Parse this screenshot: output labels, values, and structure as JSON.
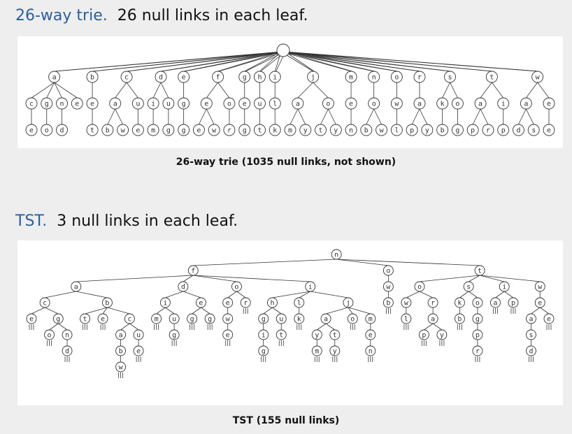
{
  "trie": {
    "heading_accent": "26-way trie.",
    "heading_rest": "26 null links in each leaf.",
    "caption": "26-way trie  (1035 null links, not shown)",
    "root": {
      "label": "",
      "children": [
        {
          "label": "a",
          "children": [
            {
              "label": "c",
              "children": [
                {
                  "label": "e"
                }
              ]
            },
            {
              "label": "g",
              "children": [
                {
                  "label": "o"
                }
              ]
            },
            {
              "label": "n",
              "children": [
                {
                  "label": "d"
                }
              ]
            },
            {
              "label": "e"
            }
          ]
        },
        {
          "label": "b",
          "children": [
            {
              "label": "e",
              "children": [
                {
                  "label": "t"
                }
              ]
            }
          ]
        },
        {
          "label": "c",
          "children": [
            {
              "label": "a",
              "children": [
                {
                  "label": "b"
                },
                {
                  "label": "w"
                }
              ]
            },
            {
              "label": "u",
              "children": [
                {
                  "label": "e"
                }
              ]
            }
          ]
        },
        {
          "label": "d",
          "children": [
            {
              "label": "i",
              "children": [
                {
                  "label": "m"
                }
              ]
            },
            {
              "label": "u",
              "children": [
                {
                  "label": "g"
                }
              ]
            }
          ]
        },
        {
          "label": "e",
          "children": [
            {
              "label": "g",
              "children": [
                {
                  "label": "g"
                }
              ]
            }
          ]
        },
        {
          "label": "f",
          "children": [
            {
              "label": "e",
              "children": [
                {
                  "label": "e"
                },
                {
                  "label": "w"
                }
              ]
            },
            {
              "label": "o",
              "children": [
                {
                  "label": "r"
                }
              ]
            }
          ]
        },
        {
          "label": "g",
          "children": [
            {
              "label": "e",
              "children": [
                {
                  "label": "g"
                }
              ]
            }
          ]
        },
        {
          "label": "h",
          "children": [
            {
              "label": "u",
              "children": [
                {
                  "label": "t"
                }
              ]
            }
          ]
        },
        {
          "label": "i",
          "children": [
            {
              "label": "l",
              "children": [
                {
                  "label": "k"
                }
              ]
            }
          ]
        },
        {
          "label": "j",
          "children": [
            {
              "label": "a",
              "children": [
                {
                  "label": "m"
                },
                {
                  "label": "y"
                }
              ]
            },
            {
              "label": "o",
              "children": [
                {
                  "label": "t"
                },
                {
                  "label": "y"
                }
              ]
            }
          ]
        },
        {
          "label": "m",
          "children": [
            {
              "label": "e",
              "children": [
                {
                  "label": "n"
                }
              ]
            }
          ]
        },
        {
          "label": "n",
          "children": [
            {
              "label": "o",
              "children": [
                {
                  "label": "b"
                },
                {
                  "label": "w"
                }
              ]
            }
          ]
        },
        {
          "label": "o",
          "children": [
            {
              "label": "w",
              "children": [
                {
                  "label": "l"
                }
              ]
            }
          ]
        },
        {
          "label": "r",
          "children": [
            {
              "label": "a",
              "children": [
                {
                  "label": "p"
                },
                {
                  "label": "y"
                }
              ]
            }
          ]
        },
        {
          "label": "s",
          "children": [
            {
              "label": "k",
              "children": [
                {
                  "label": "b"
                }
              ]
            },
            {
              "label": "o",
              "children": [
                {
                  "label": "g"
                }
              ]
            }
          ]
        },
        {
          "label": "t",
          "children": [
            {
              "label": "a",
              "children": [
                {
                  "label": "p"
                },
                {
                  "label": "r"
                }
              ]
            },
            {
              "label": "i",
              "children": [
                {
                  "label": "p"
                }
              ]
            }
          ]
        },
        {
          "label": "w",
          "children": [
            {
              "label": "a",
              "children": [
                {
                  "label": "d"
                },
                {
                  "label": "s"
                }
              ]
            },
            {
              "label": "e",
              "children": [
                {
                  "label": "e"
                }
              ]
            }
          ]
        }
      ]
    }
  },
  "tst": {
    "heading_accent": "TST.",
    "heading_rest": "3 null links in each leaf.",
    "caption": "TST  (155 null links)",
    "nodes": [
      {
        "id": "n",
        "label": "n"
      },
      {
        "id": "f",
        "label": "f",
        "parent": "n"
      },
      {
        "id": "o1",
        "label": "o",
        "parent": "n"
      },
      {
        "id": "t",
        "label": "t",
        "parent": "n"
      },
      {
        "id": "a",
        "label": "a",
        "parent": "f"
      },
      {
        "id": "d",
        "label": "d",
        "parent": "f"
      },
      {
        "id": "o2",
        "label": "o",
        "parent": "f"
      },
      {
        "id": "i1",
        "label": "i",
        "parent": "f"
      },
      {
        "id": "c1",
        "label": "c",
        "parent": "a"
      },
      {
        "id": "b1",
        "label": "b",
        "parent": "a"
      },
      {
        "id": "e1",
        "label": "e",
        "parent": "c1"
      },
      {
        "id": "g1",
        "label": "g",
        "parent": "c1"
      },
      {
        "id": "o3",
        "label": "o",
        "parent": "g1"
      },
      {
        "id": "n2",
        "label": "n",
        "parent": "g1"
      },
      {
        "id": "d2",
        "label": "d",
        "parent": "n2"
      },
      {
        "id": "t1",
        "label": "t",
        "parent": "b1"
      },
      {
        "id": "e2",
        "label": "e",
        "parent": "b1"
      },
      {
        "id": "c2",
        "label": "c",
        "parent": "b1"
      },
      {
        "id": "a2",
        "label": "a",
        "parent": "c2"
      },
      {
        "id": "u1",
        "label": "u",
        "parent": "c2"
      },
      {
        "id": "b2",
        "label": "b",
        "parent": "a2"
      },
      {
        "id": "w1",
        "label": "w",
        "parent": "b2"
      },
      {
        "id": "e3",
        "label": "e",
        "parent": "u1"
      },
      {
        "id": "i2",
        "label": "i",
        "parent": "d"
      },
      {
        "id": "e4",
        "label": "e",
        "parent": "d"
      },
      {
        "id": "m1",
        "label": "m",
        "parent": "i2"
      },
      {
        "id": "u2",
        "label": "u",
        "parent": "i2"
      },
      {
        "id": "g2",
        "label": "g",
        "parent": "u2"
      },
      {
        "id": "g3",
        "label": "g",
        "parent": "e4"
      },
      {
        "id": "g4",
        "label": "g",
        "parent": "e4"
      },
      {
        "id": "e5",
        "label": "e",
        "parent": "o2"
      },
      {
        "id": "r1",
        "label": "r",
        "parent": "o2"
      },
      {
        "id": "w2",
        "label": "w",
        "parent": "e5"
      },
      {
        "id": "e6",
        "label": "e",
        "parent": "w2"
      },
      {
        "id": "h",
        "label": "h",
        "parent": "i1"
      },
      {
        "id": "l",
        "label": "l",
        "parent": "i1"
      },
      {
        "id": "j",
        "label": "j",
        "parent": "i1"
      },
      {
        "id": "g5",
        "label": "g",
        "parent": "h"
      },
      {
        "id": "u3",
        "label": "u",
        "parent": "h"
      },
      {
        "id": "i3",
        "label": "i",
        "parent": "g5"
      },
      {
        "id": "g6",
        "label": "g",
        "parent": "i3"
      },
      {
        "id": "t2",
        "label": "t",
        "parent": "u3"
      },
      {
        "id": "k1",
        "label": "k",
        "parent": "l"
      },
      {
        "id": "a3",
        "label": "a",
        "parent": "j"
      },
      {
        "id": "o4",
        "label": "o",
        "parent": "j"
      },
      {
        "id": "m2",
        "label": "m",
        "parent": "j"
      },
      {
        "id": "y1",
        "label": "y",
        "parent": "a3"
      },
      {
        "id": "m3",
        "label": "m",
        "parent": "y1"
      },
      {
        "id": "t3",
        "label": "t",
        "parent": "a3"
      },
      {
        "id": "y2",
        "label": "y",
        "parent": "t3"
      },
      {
        "id": "e7",
        "label": "e",
        "parent": "m2"
      },
      {
        "id": "n3",
        "label": "n",
        "parent": "e7"
      },
      {
        "id": "w3",
        "label": "w",
        "parent": "o1"
      },
      {
        "id": "b3",
        "label": "b",
        "parent": "w3"
      },
      {
        "id": "o5",
        "label": "o",
        "parent": "t"
      },
      {
        "id": "s",
        "label": "s",
        "parent": "t"
      },
      {
        "id": "i4",
        "label": "i",
        "parent": "t"
      },
      {
        "id": "w4",
        "label": "w",
        "parent": "t"
      },
      {
        "id": "w5",
        "label": "w",
        "parent": "o5"
      },
      {
        "id": "r2",
        "label": "r",
        "parent": "o5"
      },
      {
        "id": "l2",
        "label": "l",
        "parent": "w5"
      },
      {
        "id": "a4",
        "label": "a",
        "parent": "r2"
      },
      {
        "id": "p1",
        "label": "p",
        "parent": "a4"
      },
      {
        "id": "y3",
        "label": "y",
        "parent": "a4"
      },
      {
        "id": "k2",
        "label": "k",
        "parent": "s"
      },
      {
        "id": "o6",
        "label": "o",
        "parent": "s"
      },
      {
        "id": "b4",
        "label": "b",
        "parent": "k2"
      },
      {
        "id": "g7",
        "label": "g",
        "parent": "o6"
      },
      {
        "id": "p2",
        "label": "p",
        "parent": "g7"
      },
      {
        "id": "r3",
        "label": "r",
        "parent": "p2"
      },
      {
        "id": "a5",
        "label": "a",
        "parent": "i4"
      },
      {
        "id": "p3",
        "label": "p",
        "parent": "i4"
      },
      {
        "id": "e8",
        "label": "e",
        "parent": "w4"
      },
      {
        "id": "a6",
        "label": "a",
        "parent": "e8"
      },
      {
        "id": "e9",
        "label": "e",
        "parent": "e8"
      },
      {
        "id": "s2",
        "label": "s",
        "parent": "a6"
      },
      {
        "id": "d3",
        "label": "d",
        "parent": "s2"
      }
    ]
  },
  "colors": {
    "accent": "#2a5f9e",
    "panel": "#ffffff",
    "background": "#eeeeee",
    "ink": "#333333"
  }
}
